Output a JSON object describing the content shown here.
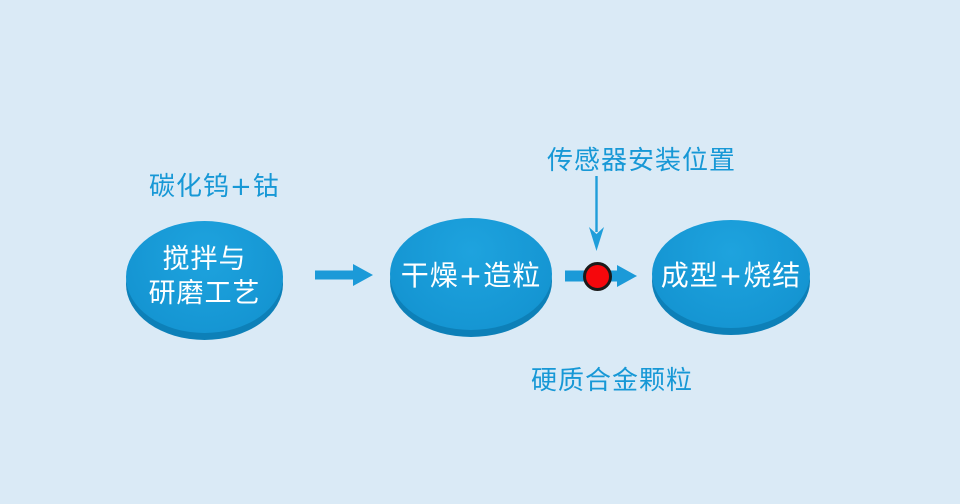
{
  "diagram": {
    "title_hint": "carbide-granulation-process-flow",
    "labels": {
      "material": "碳化钨+钴",
      "sensor": "传感器安装位置",
      "particles": "硬质合金颗粒"
    },
    "nodes": [
      {
        "id": "mixing-grinding",
        "lines": [
          "搅拌与",
          "研磨工艺"
        ]
      },
      {
        "id": "drying-granulation",
        "label": "干燥+造粒"
      },
      {
        "id": "forming-sintering",
        "label": "成型+烧结"
      }
    ],
    "colors": {
      "background": "#daeaf6",
      "node_fill": "#1697d4",
      "node_rim": "#0d80b8",
      "arrow_blue": "#1b9ad8",
      "label_blue": "#1798d6",
      "marker_red": "#f6070c",
      "marker_outline": "#1a1a1a",
      "node_text": "#ffffff"
    }
  }
}
